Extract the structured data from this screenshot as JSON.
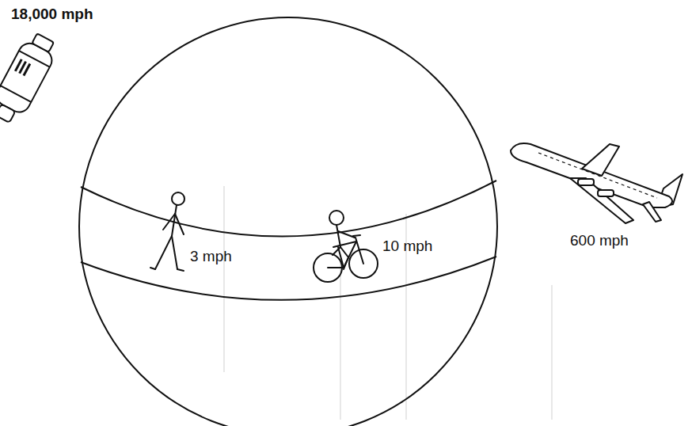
{
  "diagram": {
    "labels": [
      "18,000 mph",
      "3 mph",
      "10 mph",
      "600 mph"
    ]
  }
}
